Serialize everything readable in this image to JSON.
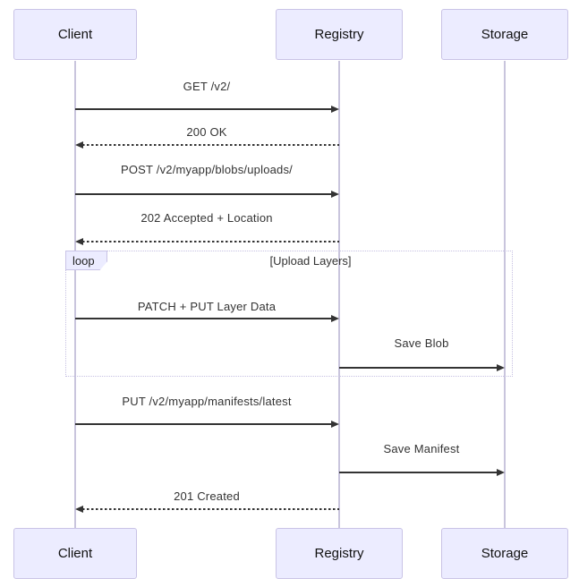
{
  "diagram": {
    "type": "sequence-diagram",
    "actors": [
      {
        "label": "Client"
      },
      {
        "label": "Registry"
      },
      {
        "label": "Storage"
      }
    ],
    "messages": [
      {
        "text": "GET /v2/",
        "from": "Client",
        "to": "Registry",
        "line": "solid"
      },
      {
        "text": "200 OK",
        "from": "Registry",
        "to": "Client",
        "line": "dashed"
      },
      {
        "text": "POST /v2/myapp/blobs/uploads/",
        "from": "Client",
        "to": "Registry",
        "line": "solid"
      },
      {
        "text": "202 Accepted + Location",
        "from": "Registry",
        "to": "Client",
        "line": "dashed"
      },
      {
        "text": "PATCH + PUT Layer Data",
        "from": "Client",
        "to": "Registry",
        "line": "solid"
      },
      {
        "text": "Save Blob",
        "from": "Registry",
        "to": "Storage",
        "line": "solid"
      },
      {
        "text": "PUT /v2/myapp/manifests/latest",
        "from": "Client",
        "to": "Registry",
        "line": "solid"
      },
      {
        "text": "Save Manifest",
        "from": "Registry",
        "to": "Storage",
        "line": "solid"
      },
      {
        "text": "201 Created",
        "from": "Registry",
        "to": "Client",
        "line": "dashed"
      }
    ],
    "loop": {
      "label": "loop",
      "title": "[Upload Layers]"
    },
    "colors": {
      "actor_fill": "#ECECFF",
      "actor_border": "#C9C3E6",
      "lifeline": "#C9C5DD",
      "arrow": "#333333",
      "text": "#333333",
      "loop_border": "#C6C0E2",
      "background": "#FFFFFF"
    }
  }
}
